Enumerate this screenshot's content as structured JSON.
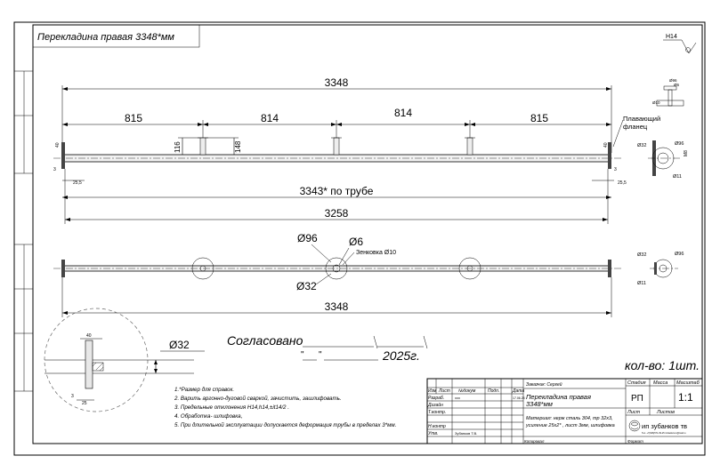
{
  "title": "Перекладина правая 3348*мм",
  "roughness": "H14",
  "top_view": {
    "overall": "3348",
    "segments": [
      "815",
      "814",
      "814",
      "815"
    ],
    "post_height_1": "116",
    "post_height_2": "148",
    "flange_label_1": "Плавающий",
    "flange_label_2": "фланец",
    "left_small": [
      "40",
      "3",
      "25,5"
    ],
    "right_small": [
      "40",
      "3",
      "25,5"
    ],
    "tube_length": "3343* по трубе",
    "inner_length": "3258"
  },
  "side_detail_top": {
    "top_dims": [
      "Ø96",
      "Ø6"
    ],
    "left_dim": "Ø10"
  },
  "flange_detail_top": {
    "d32": "Ø32",
    "d96": "Ø96",
    "m8": "M8",
    "d11": "Ø11"
  },
  "bottom_view": {
    "d96": "Ø96",
    "d6": "Ø6",
    "countersink": "Зенковка Ø10",
    "d32": "Ø32",
    "overall": "3348"
  },
  "flange_detail_bottom": {
    "d32": "Ø32",
    "d96": "Ø96",
    "d11": "Ø11"
  },
  "zoom_detail": {
    "d32": "Ø32",
    "dim40": "40",
    "dim3": "3",
    "dim25": "25"
  },
  "approval": {
    "agreed": "Согласовано",
    "year": "2025г."
  },
  "quantity": "кол-во: 1шт.",
  "notes": [
    "1.*Размер для справок.",
    "2. Варить аргонно-дуговой сваркой, зачистить, зашлифовать.",
    "3. Предельные отклонения H14,h14,±it14/2 .",
    "4. Обработка- шлифовка,",
    "5. При длительной эксплуатации допускается деформация трубы в пределах 3*мм."
  ],
  "title_block": {
    "headers": [
      "Изм",
      "Лист",
      "№докум",
      "Подп.",
      "Дата"
    ],
    "row_labels": [
      "Разраб.",
      "Дизайн",
      "Т.контр.",
      "",
      "Н.контр",
      "Утв."
    ],
    "dev_name": "ххх",
    "dev_date": "17.06.25",
    "approver": "Зубанков Т.В.",
    "customer": "Заказчик: Сергей",
    "name_1": "Перекладина правая",
    "name_2": "3348*мм",
    "material_1": "Материал: нерж сталь 304, тр 32х3,",
    "material_2": "усиление 25х2* , лист 3мм, шлифовка",
    "stage_h": "Стадия",
    "mass_h": "Масса",
    "scale_h": "Масштаб",
    "stage": "РП",
    "scale": "1:1",
    "sheet": "Лист",
    "sheets": "Листов",
    "company": "ип зубанков тв",
    "company_sub": "Тел. +7(926)571-09-25   zubankov.tv@mail.ru",
    "copied": "Копировал",
    "format": "Формат"
  }
}
